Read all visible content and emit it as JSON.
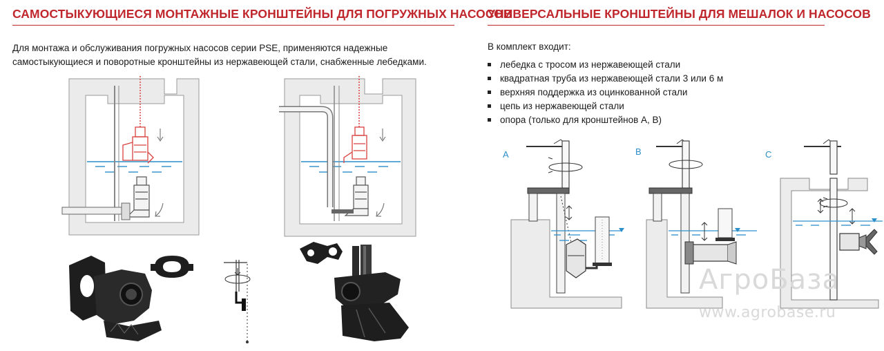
{
  "left_section": {
    "title": "САМОСТЫКУЮЩИЕСЯ МОНТАЖНЫЕ КРОНШТЕЙНЫ ДЛЯ ПОГРУЖНЫХ НАСОСОВ",
    "intro": "Для монтажа и обслуживания погружных насосов серии PSE, применяются надежные самостыкующиеся и поворотные кронштейны из нержавеющей стали, снабженные лебедками."
  },
  "right_section": {
    "title": "УНИВЕРСАЛЬНЫЕ КРОНШТЕЙНЫ ДЛЯ МЕШАЛОК И НАСОСОВ",
    "kit_heading": "В комплект входит:",
    "kit_items": [
      "лебедка с тросом из нержавеющей стали",
      "квадратная труба из нержавеющей стали 3 или 6 м",
      "верхняя поддержка из оцинкованной стали",
      "цепь из нержавеющей стали",
      "опора (только для кронштейнов А, В)"
    ],
    "variant_labels": [
      "A",
      "B",
      "C"
    ]
  },
  "watermark": {
    "brand": "АгроБаза",
    "site": "www.agrobase.ru"
  },
  "colors": {
    "accent_red": "#c0272d",
    "water_blue": "#2c8fc9",
    "pump_red": "#d9413f",
    "watermark_gray": "#d9d9d9"
  }
}
